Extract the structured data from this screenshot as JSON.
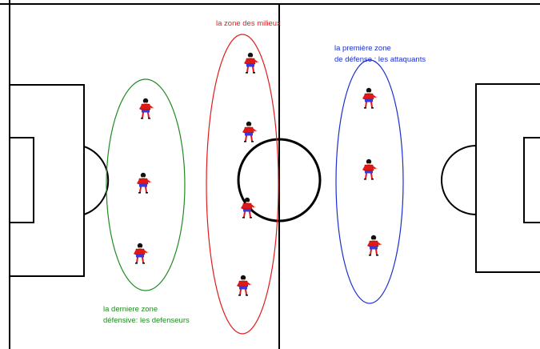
{
  "zones": {
    "midfield": {
      "label": "la zone des milieux",
      "color": "#e11b1b",
      "players": 4
    },
    "attack": {
      "label_line1": "la première zone",
      "label_line2": "de défense : les attaquants",
      "color": "#1a2fd0",
      "players": 3
    },
    "defense": {
      "label_line1": "la derniere zone",
      "label_line2": "défensive: les defenseurs",
      "color": "#1f8a1f",
      "players": 3
    }
  },
  "colors": {
    "field_lines": "#000000",
    "jersey": "#e01818",
    "shorts": "#3a3ad8",
    "hair": "#111111",
    "skin": "#f0b890"
  }
}
